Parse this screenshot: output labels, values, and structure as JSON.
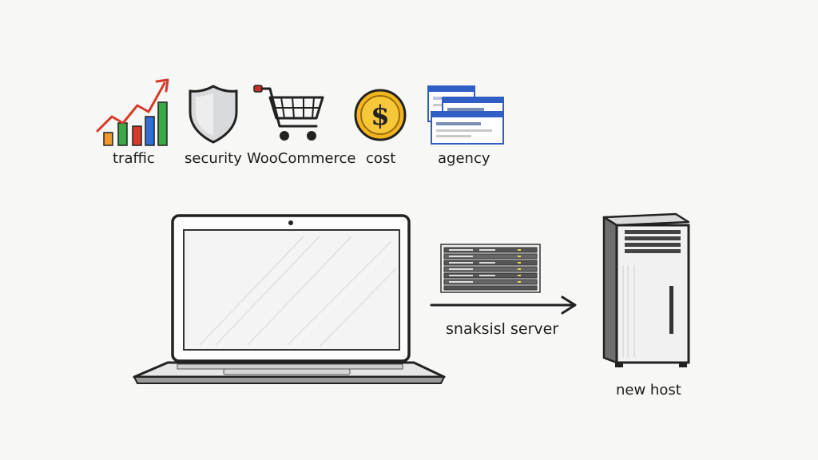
{
  "factors": [
    {
      "id": "traffic",
      "label": "traffic",
      "icon": "growth-chart-icon"
    },
    {
      "id": "security",
      "label": "security",
      "icon": "shield-icon"
    },
    {
      "id": "woocommerce",
      "label": "WooCommerce",
      "icon": "shopping-cart-icon"
    },
    {
      "id": "cost",
      "label": "cost",
      "icon": "dollar-coin-icon"
    },
    {
      "id": "agency",
      "label": "agency",
      "icon": "browser-windows-icon"
    }
  ],
  "migration": {
    "source_label": "snaksisl server",
    "target_label": "new host"
  },
  "colors": {
    "background": "#f7f7f5",
    "ink": "#222222",
    "chart_red": "#d63b2a",
    "chart_blue": "#2f6fd6",
    "chart_green": "#3aa845",
    "chart_orange": "#f29a2e",
    "coin_gold": "#f2b51c",
    "cart_red": "#c8302a",
    "window_blue": "#2f5fc4"
  }
}
